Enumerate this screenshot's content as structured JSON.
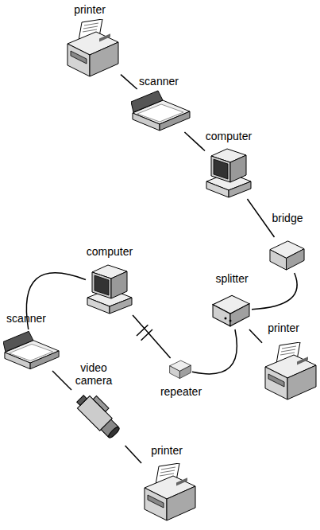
{
  "diagram": {
    "nodes": [
      {
        "text": [
          "printer"
        ]
      },
      {
        "text": [
          "scanner"
        ]
      },
      {
        "text": [
          "computer"
        ]
      },
      {
        "text": [
          "bridge"
        ]
      },
      {
        "text": [
          "computer"
        ]
      },
      {
        "text": [
          "splitter"
        ]
      },
      {
        "text": [
          "scanner"
        ]
      },
      {
        "text": [
          "printer"
        ]
      },
      {
        "text": [
          "video camera"
        ]
      },
      {
        "text": [
          "repeater"
        ]
      },
      {
        "text": [
          "printer"
        ]
      }
    ],
    "edges": [
      {
        "from": 0,
        "to": 1,
        "arrow": "none"
      },
      {
        "from": 1,
        "to": 2,
        "arrow": "none"
      },
      {
        "from": 2,
        "to": 3,
        "arrow": "none"
      },
      {
        "from": 3,
        "to": 5,
        "arrow": "none"
      },
      {
        "from": 5,
        "to": 7,
        "arrow": "none"
      },
      {
        "from": 5,
        "to": 9,
        "arrow": "none"
      },
      {
        "from": 9,
        "to": 4,
        "arrow": "none"
      },
      {
        "from": 4,
        "to": 6,
        "arrow": "none"
      },
      {
        "from": 6,
        "to": 8,
        "arrow": "none"
      },
      {
        "from": 8,
        "to": 10,
        "arrow": "none"
      }
    ]
  }
}
